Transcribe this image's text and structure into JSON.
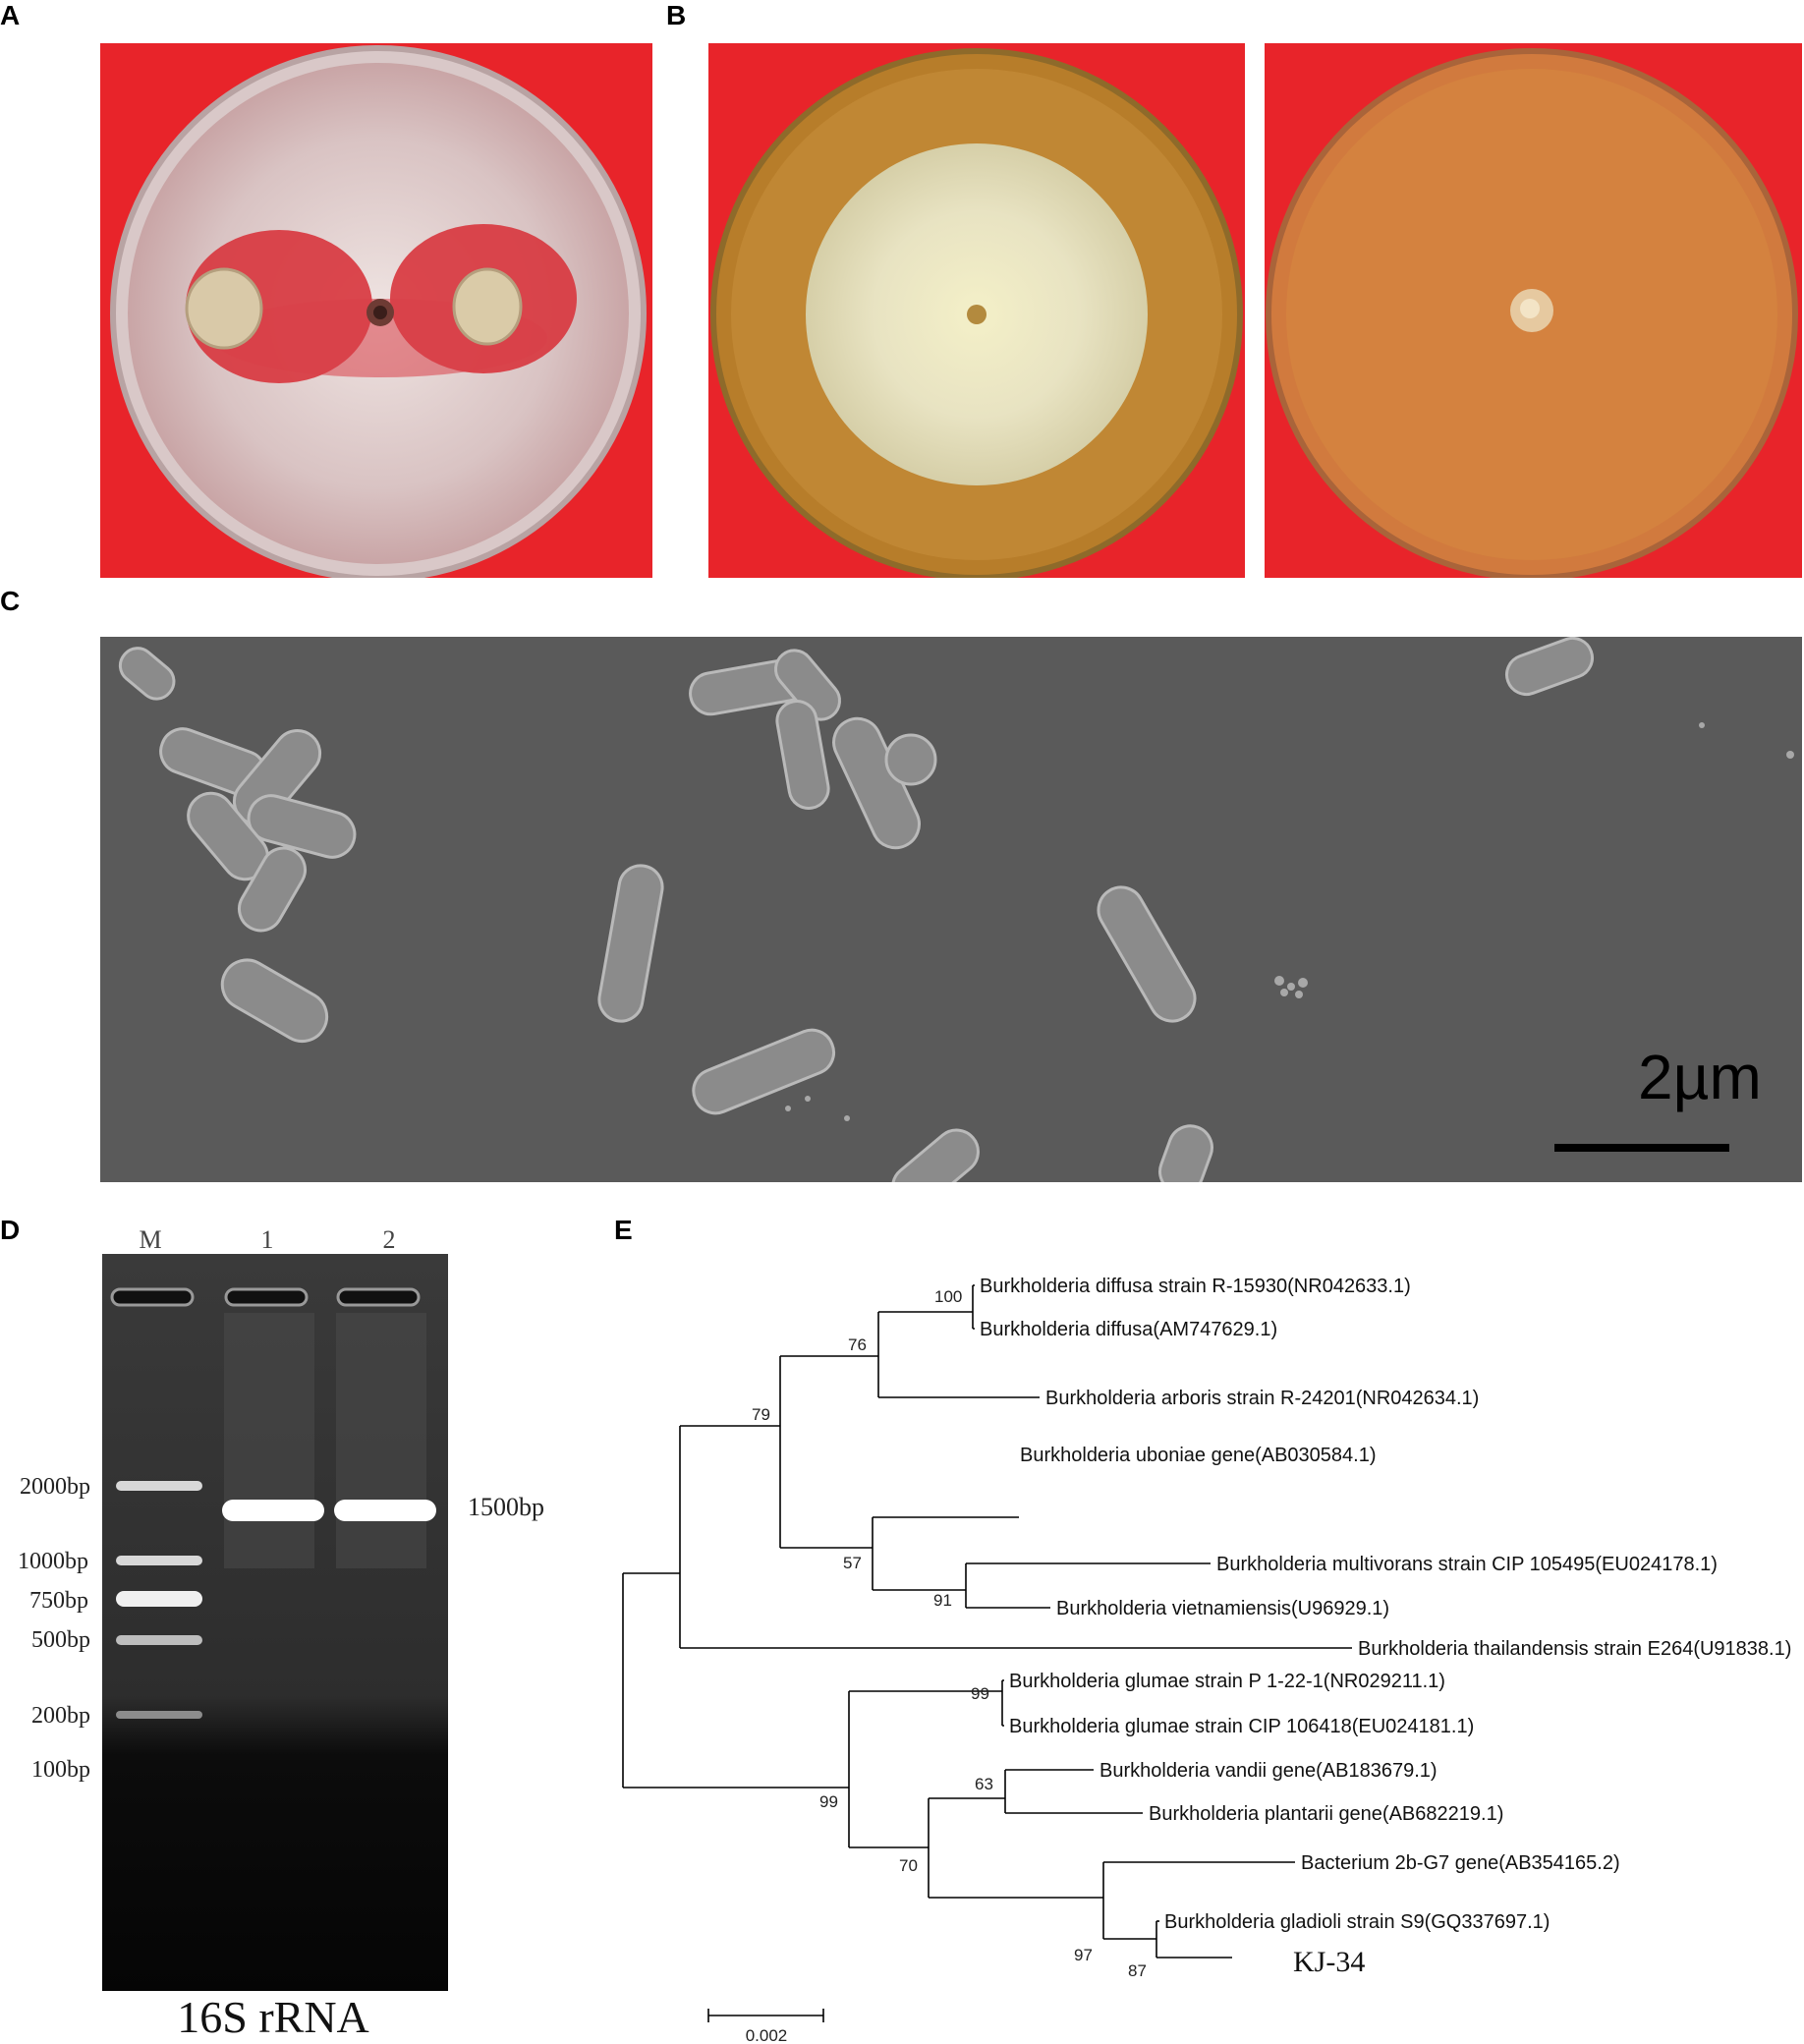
{
  "panels": {
    "a": {
      "label": "A"
    },
    "b": {
      "label": "B"
    },
    "c": {
      "label": "C",
      "scale_bar": "2µm"
    },
    "d": {
      "label": "D",
      "lanes": [
        "M",
        "1",
        "2"
      ],
      "markers": [
        "2000bp",
        "1000bp",
        "750bp",
        "500bp",
        "200bp",
        "100bp"
      ],
      "band_label": "1500bp",
      "caption": "16S rRNA"
    },
    "e": {
      "label": "E",
      "taxa": [
        "Burkholderia diffusa strain R-15930(NR042633.1)",
        "Burkholderia diffusa(AM747629.1)",
        "Burkholderia arboris strain R-24201(NR042634.1)",
        "Burkholderia uboniae gene(AB030584.1)",
        "Burkholderia multivorans strain CIP 105495(EU024178.1)",
        "Burkholderia vietnamiensis(U96929.1)",
        "Burkholderia thailandensis strain E264(U91838.1)",
        "Burkholderia glumae strain P 1-22-1(NR029211.1)",
        "Burkholderia glumae strain CIP 106418(EU024181.1)",
        "Burkholderia vandii gene(AB183679.1)",
        "Burkholderia plantarii gene(AB682219.1)",
        "Bacterium 2b-G7 gene(AB354165.2)",
        "Burkholderia gladioli strain S9(GQ337697.1)",
        "KJ-34"
      ],
      "bootstrap": [
        "100",
        "76",
        "79",
        "57",
        "91",
        "99",
        "63",
        "99",
        "70",
        "97",
        "87"
      ],
      "scale": "0.002"
    }
  },
  "colors": {
    "background_red": "#e8242a",
    "sem_gray": "#5a5a5a",
    "gel_dark": "#2a2a2a"
  }
}
